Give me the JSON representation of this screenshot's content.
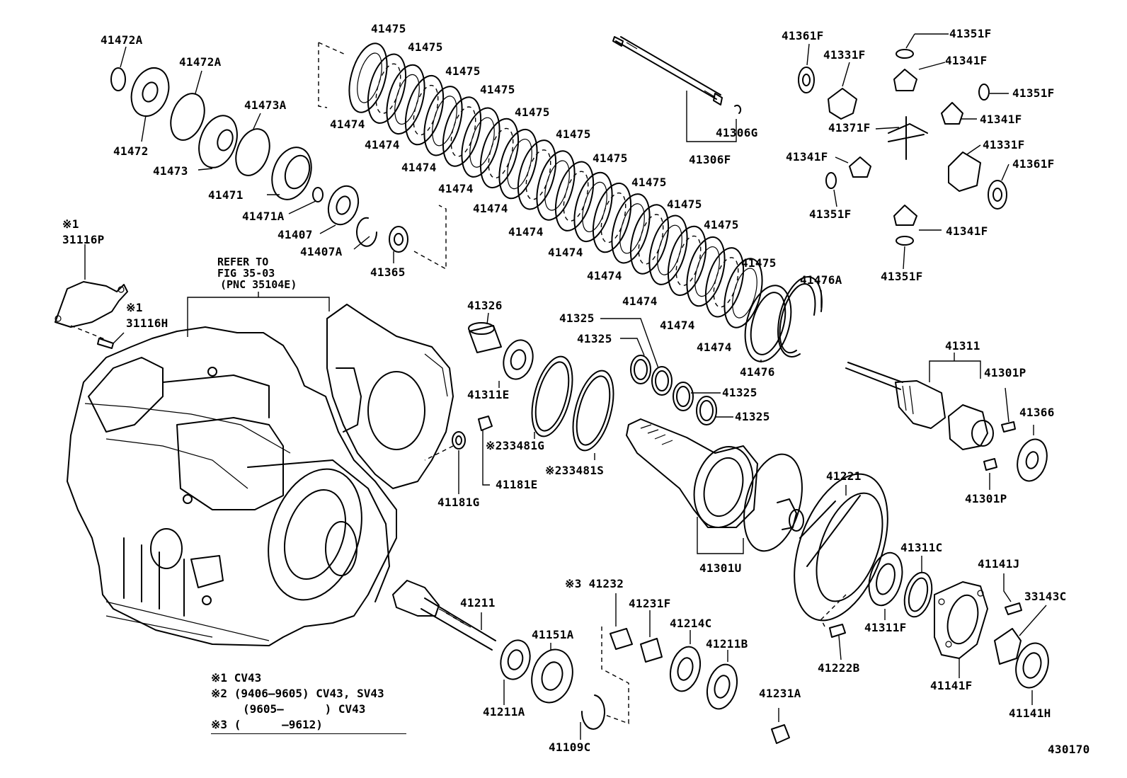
{
  "diagram": {
    "figure_number": "430170",
    "reference_note": {
      "line1": "REFER TO",
      "line2": "FIG 35-03",
      "line3": "(PNC 35104E)"
    },
    "legend": [
      {
        "mark": "※1",
        "text": "CV43"
      },
      {
        "mark": "※2",
        "text": "(9406–9605) CV43, SV43"
      },
      {
        "mark": "",
        "text": "(9605–      ) CV43"
      },
      {
        "mark": "※3",
        "text": "(      –9612)"
      }
    ],
    "part_labels": {
      "p41472A_a": "41472A",
      "p41472A_b": "41472A",
      "p41472": "41472",
      "p41473A": "41473A",
      "p41473": "41473",
      "p41471": "41471",
      "p41471A": "41471A",
      "p41407": "41407",
      "p41407A": "41407A",
      "p41365": "41365",
      "p41475_1": "41475",
      "p41475_2": "41475",
      "p41475_3": "41475",
      "p41475_4": "41475",
      "p41475_5": "41475",
      "p41475_6": "41475",
      "p41475_7": "41475",
      "p41475_8": "41475",
      "p41475_9": "41475",
      "p41475_10": "41475",
      "p41475_11": "41475",
      "p41474_1": "41474",
      "p41474_2": "41474",
      "p41474_3": "41474",
      "p41474_4": "41474",
      "p41474_5": "41474",
      "p41474_6": "41474",
      "p41474_7": "41474",
      "p41474_8": "41474",
      "p41474_9": "41474",
      "p41474_10": "41474",
      "p41476A": "41476A",
      "p41476": "41476",
      "p41306G": "41306G",
      "p41306F": "41306F",
      "p41361F_a": "41361F",
      "p41331F_a": "41331F",
      "p41351F_a": "41351F",
      "p41341F_a": "41341F",
      "p41351F_b": "41351F",
      "p41341F_b": "41341F",
      "p41371F": "41371F",
      "p41331F_b": "41331F",
      "p41361F_b": "41361F",
      "p41341F_c": "41341F",
      "p41351F_c": "41351F",
      "p41341F_d": "41341F",
      "p41351F_d": "41351F",
      "p31116P_mark": "※1",
      "p31116P": "31116P",
      "p31116H_mark": "※1",
      "p31116H": "31116H",
      "p41326": "41326",
      "p41311E": "41311E",
      "p33481G": "※233481G",
      "p33481S": "※233481S",
      "p41181G": "41181G",
      "p41181E": "41181E",
      "p41325_1": "41325",
      "p41325_2": "41325",
      "p41325_3": "41325",
      "p41325_4": "41325",
      "p41311": "41311",
      "p41301P_a": "41301P",
      "p41366": "41366",
      "p41301P_b": "41301P",
      "p41301U": "41301U",
      "p41221": "41221",
      "p41311C": "41311C",
      "p41141J": "41141J",
      "p33143C": "33143C",
      "p41311F": "41311F",
      "p41141F": "41141F",
      "p41141H": "41141H",
      "p41222B": "41222B",
      "p41231A": "41231A",
      "p41232": "※3 41232",
      "p41231F": "41231F",
      "p41214C": "41214C",
      "p41211B": "41211B",
      "p41211": "41211",
      "p41151A": "41151A",
      "p41211A": "41211A",
      "p41109C": "41109C"
    }
  }
}
